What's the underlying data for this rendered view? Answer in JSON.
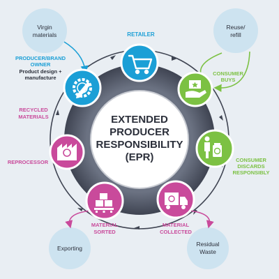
{
  "center": {
    "line1": "EXTENDED",
    "line2": "PRODUCER",
    "line3": "RESPONSIBILITY",
    "line4": "(EPR)"
  },
  "outer_nodes": {
    "virgin": {
      "line1": "Virgin",
      "line2": "materials"
    },
    "reuse": {
      "line1": "Reuse/",
      "line2": "refill"
    },
    "exporting": {
      "line1": "Exporting"
    },
    "residual": {
      "line1": "Residual",
      "line2": "Waste"
    }
  },
  "stages": {
    "retailer": {
      "label": "RETAILER",
      "icon": "shopping-cart-icon"
    },
    "producer": {
      "line1": "PRODUCER/BRAND",
      "line2": "OWNER",
      "line3": "Product design +",
      "line4": "manufacture",
      "icon": "gear-pencil-icon"
    },
    "consumer_buys": {
      "line1": "CONSUMER",
      "line2": "BUYS",
      "icon": "hand-box-icon"
    },
    "consumer_discards": {
      "line1": "CONSUMER",
      "line2": "DISCARDS",
      "line3": "RESPONSIBLY",
      "icon": "person-bin-icon"
    },
    "recycled": {
      "line1": "RECYCLED",
      "line2": "MATERIALS"
    },
    "reprocessor": {
      "label": "REPROCESSOR",
      "icon": "factory-icon"
    },
    "material_sorted": {
      "line1": "MATERIAL",
      "line2": "SORTED",
      "icon": "boxes-pallet-icon"
    },
    "material_collected": {
      "line1": "MATERIAL",
      "line2": "COLLECTED",
      "icon": "truck-icon"
    }
  },
  "colors": {
    "blue": "#1b9fd6",
    "green": "#7cc143",
    "pink": "#c94a9b",
    "dark_ring": "#5a6070",
    "bubble": "#cde3f0",
    "text_dark": "#2b2f3a",
    "background": "#e9eef3"
  }
}
